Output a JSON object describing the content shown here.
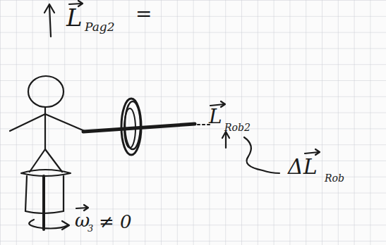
{
  "diagram": {
    "labels": [
      "L",
      "Pag2",
      "=",
      "L",
      "Rob2",
      "ΔL",
      "Rob",
      "ω",
      "3",
      "≠ 0"
    ]
  }
}
